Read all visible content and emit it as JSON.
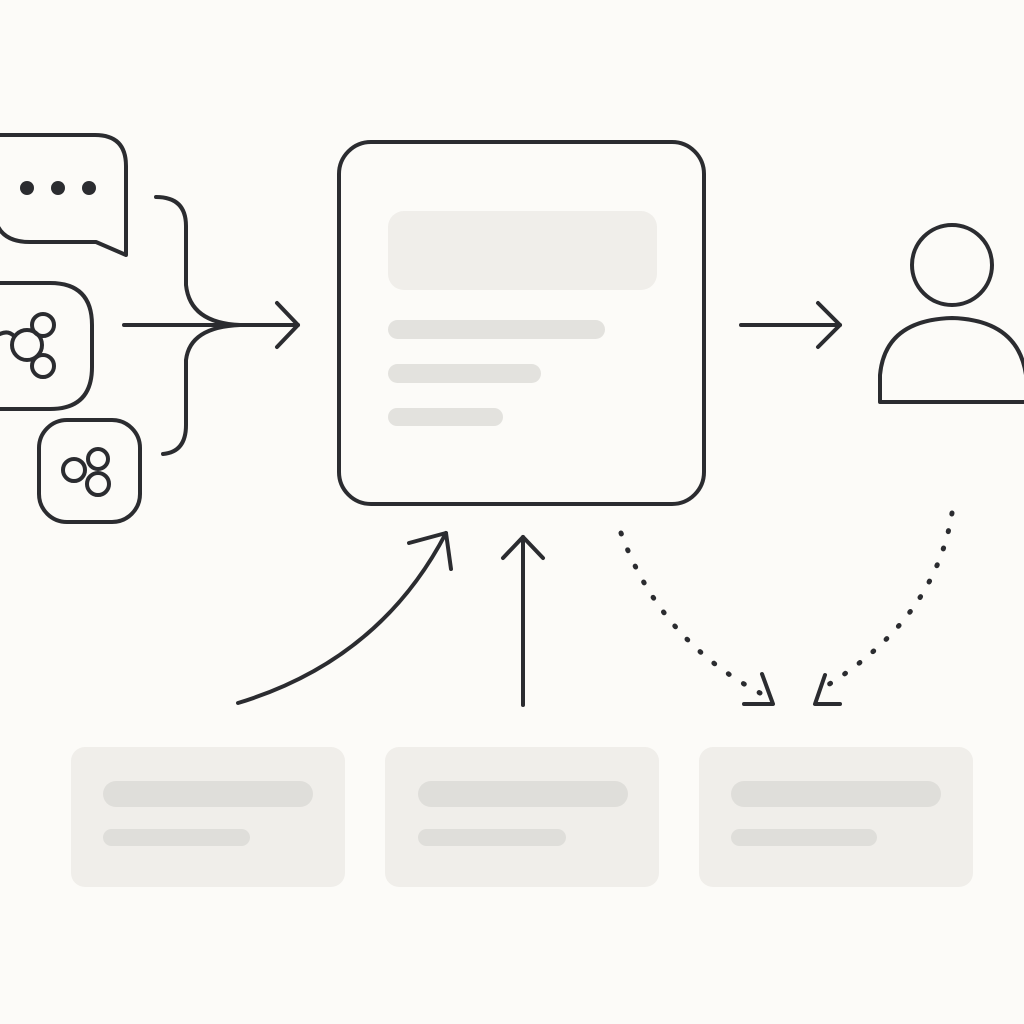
{
  "diagram": {
    "title": "",
    "colors": {
      "background": "#fcfbf8",
      "stroke": "#2b2c30",
      "placeholder_fill": "#f0eeea",
      "placeholder_line": "#e3e2de"
    },
    "nodes": [
      {
        "id": "chat-source",
        "icon": "chat-bubble-ellipsis-icon",
        "role": "input source"
      },
      {
        "id": "network-source",
        "icon": "node-cluster-icon",
        "role": "input source"
      },
      {
        "id": "cluster-source",
        "icon": "three-circles-icon",
        "role": "input source"
      },
      {
        "id": "central-document",
        "icon": "document-panel-icon",
        "role": "processing hub",
        "placeholder_lines": 3
      },
      {
        "id": "user",
        "icon": "user-icon",
        "role": "output recipient"
      },
      {
        "id": "card-1",
        "icon": "card-placeholder",
        "role": "supporting resource",
        "placeholder_lines": 2
      },
      {
        "id": "card-2",
        "icon": "card-placeholder",
        "role": "supporting resource",
        "placeholder_lines": 2
      },
      {
        "id": "card-3",
        "icon": "card-placeholder",
        "role": "storage target",
        "placeholder_lines": 2
      }
    ],
    "edges": [
      {
        "from": [
          "chat-source",
          "network-source",
          "cluster-source"
        ],
        "to": "central-document",
        "style": "solid",
        "shape": "merging bracket"
      },
      {
        "from": "central-document",
        "to": "user",
        "style": "solid"
      },
      {
        "from": "card-1",
        "to": "central-document",
        "style": "solid",
        "shape": "curved"
      },
      {
        "from": "card-2",
        "to": "central-document",
        "style": "solid",
        "shape": "straight"
      },
      {
        "from": "central-document",
        "to": "card-3",
        "style": "dotted",
        "shape": "curved"
      },
      {
        "from": "user",
        "to": "card-3",
        "style": "dotted",
        "shape": "curved"
      }
    ]
  }
}
